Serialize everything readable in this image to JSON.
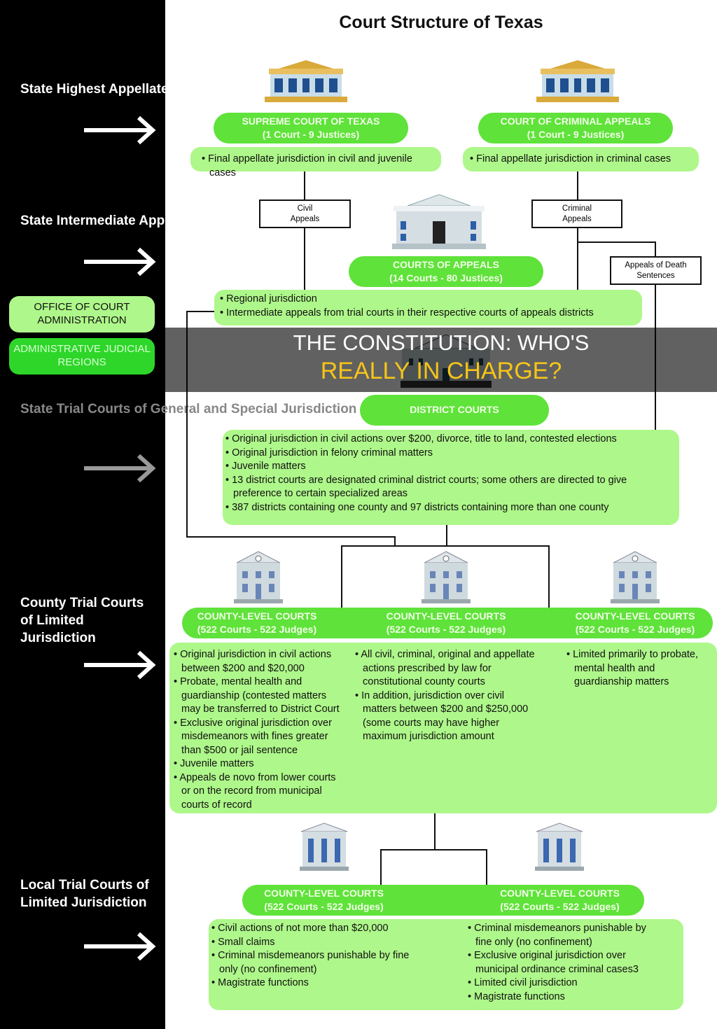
{
  "title": "Court Structure of Texas",
  "levels": [
    "State Highest Appellate Courts",
    "State Intermediate Appellate Courts",
    "State Trial Courts of General and Special Jurisdiction",
    "County Trial Courts of Limited Jurisdiction",
    "Local Trial Courts of Limited Jurisdiction"
  ],
  "side_buttons": [
    "OFFICE OF COURT ADMINISTRATION",
    "ADMINISTRATIVE JUDICIAL REGIONS"
  ],
  "supreme": {
    "name": "SUPREME COURT OF TEXAS",
    "sub": "(1 Court - 9 Justices)",
    "desc": "Final appellate jurisdiction in civil and juvenile cases"
  },
  "criminal": {
    "name": "COURT OF CRIMINAL APPEALS",
    "sub": "(1 Court - 9 Justices)",
    "desc": "Final appellate jurisdiction in criminal cases"
  },
  "labels": {
    "civil": "Civil Appeals",
    "criminal": "Criminal Appeals",
    "death": "Appeals of Death Sentences"
  },
  "appeals": {
    "name": "COURTS OF APPEALS",
    "sub": "(14 Courts - 80 Justices)",
    "items": [
      "Regional jurisdiction",
      "Intermediate appeals from trial courts in their respective courts of appeals districts"
    ]
  },
  "district": {
    "name": "DISTRICT COURTS",
    "items": [
      "Original jurisdiction in civil actions over $200, divorce, title to land, contested elections",
      "Original jurisdiction in felony criminal matters",
      "Juvenile matters",
      "13 district courts are designated criminal district courts; some others are directed to give preference to certain specialized areas",
      "387 districts containing one county and 97 districts containing more than one county"
    ]
  },
  "county": [
    {
      "name": "COUNTY-LEVEL COURTS",
      "sub": "(522 Courts - 522 Judges)",
      "items": [
        "Original jurisdiction in civil actions between $200 and $20,000",
        "Probate, mental health and guardianship (contested matters may be transferred to District Court",
        "Exclusive original jurisdiction over misdemeanors with fines greater than $500 or jail sentence",
        "Juvenile matters",
        "Appeals de novo from lower courts or on the record from municipal courts of record"
      ]
    },
    {
      "name": "COUNTY-LEVEL COURTS",
      "sub": "(522 Courts - 522 Judges)",
      "items": [
        "All civil, criminal, original and appellate actions prescribed by law for constitutional county courts",
        "In addition, jurisdiction over civil matters between $200 and $250,000 (some courts may have higher maximum jurisdiction amount"
      ]
    },
    {
      "name": "COUNTY-LEVEL COURTS",
      "sub": "(522 Courts - 522 Judges)",
      "items": [
        "Limited primarily to probate, mental health and guardianship matters"
      ]
    }
  ],
  "local": [
    {
      "name": "COUNTY-LEVEL COURTS",
      "sub": "(522 Courts - 522 Judges)",
      "items": [
        "Civil actions of not more than $20,000",
        "Small claims",
        "Criminal misdemeanors punishable by fine only (no confinement)",
        "Magistrate functions"
      ]
    },
    {
      "name": "COUNTY-LEVEL COURTS",
      "sub": "(522 Courts - 522 Judges)",
      "items": [
        "Criminal misdemeanors punishable by fine only (no confinement)",
        "Exclusive original jurisdiction over municipal ordinance criminal cases3",
        "Limited civil jurisdiction",
        "Magistrate functions"
      ]
    }
  ],
  "overlay": {
    "line1": "THE CONSTITUTION: WHO'S",
    "line2": "REALLY IN CHARGE?"
  },
  "colors": {
    "pill": "#5fe23a",
    "box": "#aef78a",
    "sidebar": "#000000",
    "overlay_accent": "#f5c518"
  }
}
